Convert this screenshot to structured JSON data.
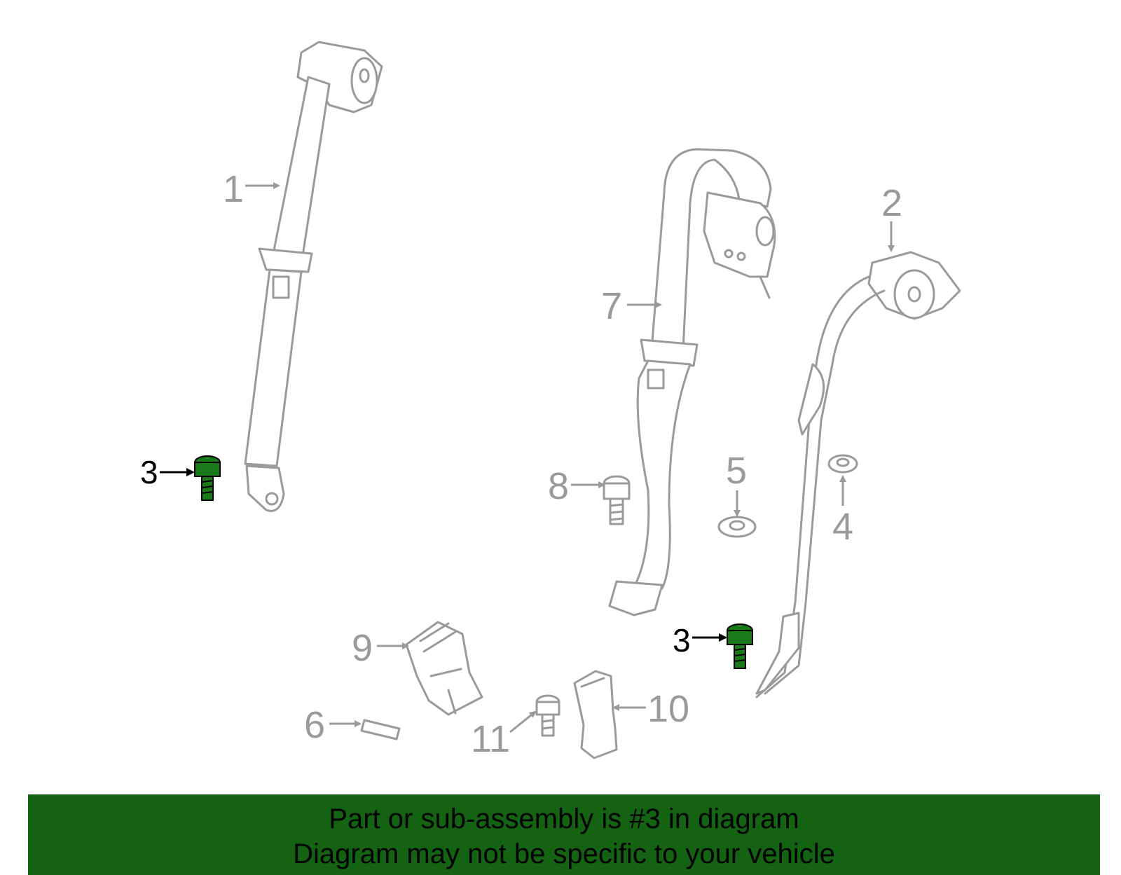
{
  "diagram": {
    "callouts": {
      "c1": "1",
      "c2": "2",
      "c3a": "3",
      "c3b": "3",
      "c4": "4",
      "c5": "5",
      "c6": "6",
      "c7": "7",
      "c8": "8",
      "c9": "9",
      "c10": "10",
      "c11": "11"
    },
    "highlight_part": "3",
    "colors": {
      "line_gray": "#9a9a9a",
      "highlight_green": "#1a7a1a",
      "banner_green": "#136313",
      "text_black": "#000000"
    }
  },
  "banner": {
    "line1": "Part or sub-assembly is #3 in diagram",
    "line2": "Diagram may not be specific to your vehicle"
  }
}
